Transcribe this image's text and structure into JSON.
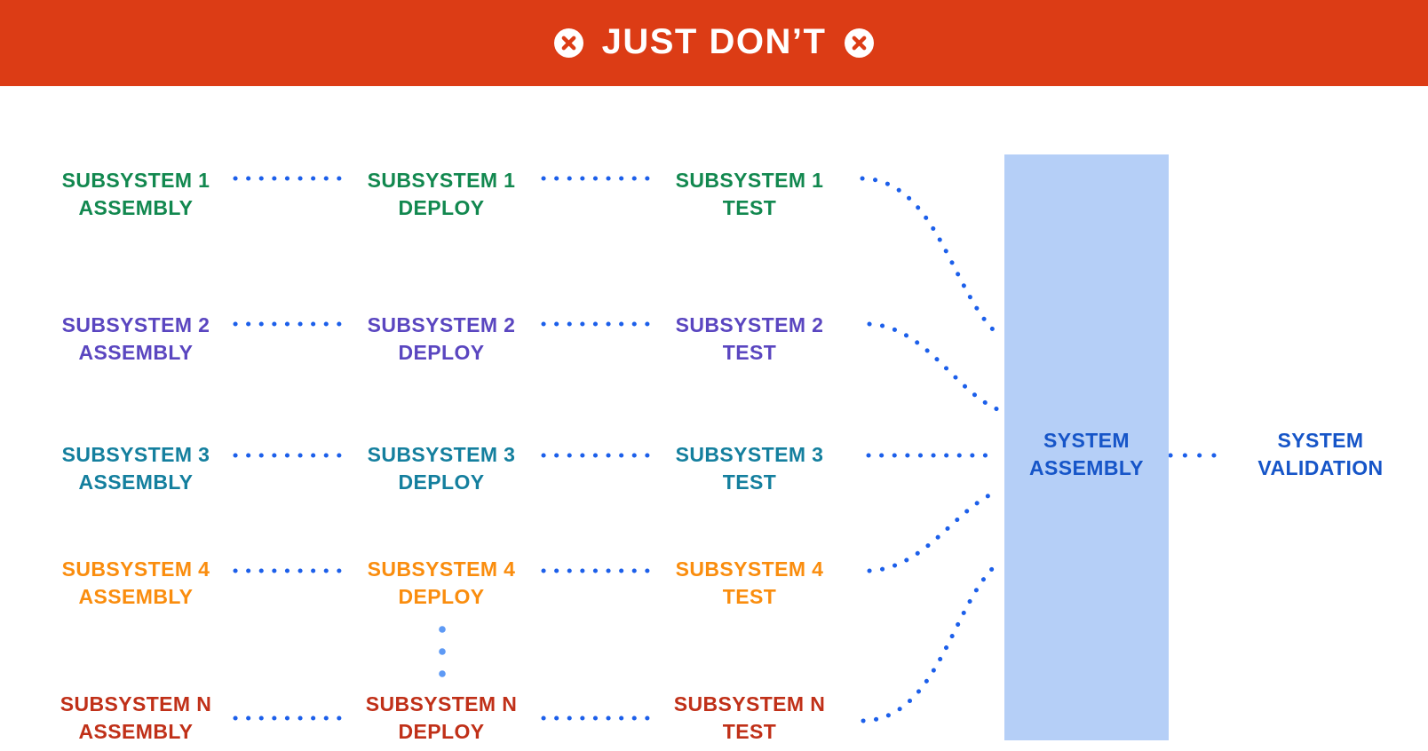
{
  "banner": {
    "title": "JUST DON’T",
    "left_icon": "x-circle",
    "right_icon": "x-circle"
  },
  "rows": [
    {
      "name": "subsystem-1",
      "color": "#12884F",
      "assembly": {
        "line1": "SUBSYSTEM 1",
        "line2": "ASSEMBLY"
      },
      "deploy": {
        "line1": "SUBSYSTEM 1",
        "line2": "DEPLOY"
      },
      "test": {
        "line1": "SUBSYSTEM 1",
        "line2": "TEST"
      }
    },
    {
      "name": "subsystem-2",
      "color": "#5A46C0",
      "assembly": {
        "line1": "SUBSYSTEM 2",
        "line2": "ASSEMBLY"
      },
      "deploy": {
        "line1": "SUBSYSTEM 2",
        "line2": "DEPLOY"
      },
      "test": {
        "line1": "SUBSYSTEM 2",
        "line2": "TEST"
      }
    },
    {
      "name": "subsystem-3",
      "color": "#147F9E",
      "assembly": {
        "line1": "SUBSYSTEM 3",
        "line2": "ASSEMBLY"
      },
      "deploy": {
        "line1": "SUBSYSTEM 3",
        "line2": "DEPLOY"
      },
      "test": {
        "line1": "SUBSYSTEM 3",
        "line2": "TEST"
      }
    },
    {
      "name": "subsystem-4",
      "color": "#FA8D0E",
      "assembly": {
        "line1": "SUBSYSTEM 4",
        "line2": "ASSEMBLY"
      },
      "deploy": {
        "line1": "SUBSYSTEM 4",
        "line2": "DEPLOY"
      },
      "test": {
        "line1": "SUBSYSTEM 4",
        "line2": "TEST"
      }
    },
    {
      "name": "subsystem-n",
      "color": "#C03018",
      "assembly": {
        "line1": "SUBSYSTEM N",
        "line2": "ASSEMBLY"
      },
      "deploy": {
        "line1": "SUBSYSTEM N",
        "line2": "DEPLOY"
      },
      "test": {
        "line1": "SUBSYSTEM N",
        "line2": "TEST"
      }
    }
  ],
  "system_assembly": {
    "line1": "SYSTEM",
    "line2": "ASSEMBLY"
  },
  "system_validation": {
    "line1": "SYSTEM",
    "line2": "VALIDATION"
  },
  "colors": {
    "banner_bg": "#DC3C15",
    "banner_text": "#FFFFFF",
    "dot": "#1C5FEA",
    "dot_light": "#5E9AF5",
    "box_fill": "#B5CFF7",
    "system_text": "#1655C8"
  }
}
